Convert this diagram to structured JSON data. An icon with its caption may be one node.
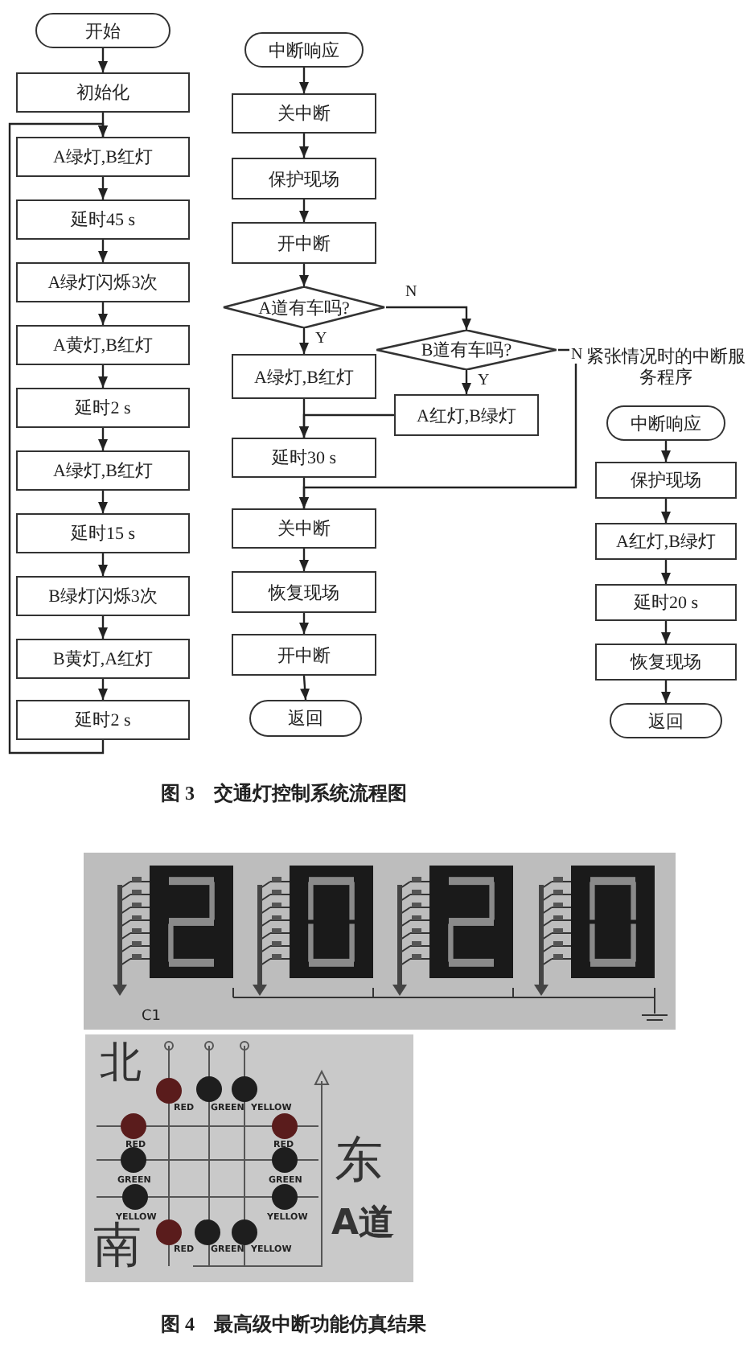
{
  "diagram": {
    "nodes": [
      {
        "text": [
          "开始"
        ]
      },
      {
        "text": [
          "初始化"
        ]
      },
      {
        "text": [
          "A绿灯,B红灯"
        ]
      },
      {
        "text": [
          "延时45 s"
        ]
      },
      {
        "text": [
          "A绿灯闪烁3次"
        ]
      },
      {
        "text": [
          "A黄灯,B红灯"
        ]
      },
      {
        "text": [
          "延时2 s"
        ]
      },
      {
        "text": [
          "A绿灯,B红灯"
        ]
      },
      {
        "text": [
          "延时15 s"
        ]
      },
      {
        "text": [
          "B绿灯闪烁3次"
        ]
      },
      {
        "text": [
          "B黄灯,A红灯"
        ]
      },
      {
        "text": [
          "延时2 s"
        ]
      },
      {
        "text": [
          "中断响应"
        ]
      },
      {
        "text": [
          "关中断"
        ]
      },
      {
        "text": [
          "保护现场"
        ]
      },
      {
        "text": [
          "开中断"
        ]
      },
      {
        "text": [
          "A道有车吗?"
        ]
      },
      {
        "text": [
          "B道有车吗?"
        ]
      },
      {
        "text": [
          "A绿灯,B红灯"
        ]
      },
      {
        "text": [
          "A红灯,B绿灯"
        ]
      },
      {
        "text": [
          "延时30 s"
        ]
      },
      {
        "text": [
          "关中断"
        ]
      },
      {
        "text": [
          "恢复现场"
        ]
      },
      {
        "text": [
          "开中断"
        ]
      },
      {
        "text": [
          "返回"
        ]
      },
      {
        "text": [
          "中断响应"
        ]
      },
      {
        "text": [
          "保护现场"
        ]
      },
      {
        "text": [
          "A红灯,B绿灯"
        ]
      },
      {
        "text": [
          "延时20 s"
        ]
      },
      {
        "text": [
          "恢复现场"
        ]
      },
      {
        "text": [
          "返回"
        ]
      }
    ],
    "edges": [
      {
        "from": 0,
        "to": 1,
        "arrow": "to"
      },
      {
        "from": 1,
        "to": 2,
        "arrow": "to"
      },
      {
        "from": 2,
        "to": 3,
        "arrow": "to"
      },
      {
        "from": 3,
        "to": 4,
        "arrow": "to"
      },
      {
        "from": 4,
        "to": 5,
        "arrow": "to"
      },
      {
        "from": 5,
        "to": 6,
        "arrow": "to"
      },
      {
        "from": 6,
        "to": 7,
        "arrow": "to"
      },
      {
        "from": 7,
        "to": 8,
        "arrow": "to"
      },
      {
        "from": 8,
        "to": 9,
        "arrow": "to"
      },
      {
        "from": 9,
        "to": 10,
        "arrow": "to"
      },
      {
        "from": 10,
        "to": 11,
        "arrow": "to"
      },
      {
        "from": 11,
        "to": 2,
        "arrow": "to"
      },
      {
        "from": 12,
        "to": 13,
        "arrow": "to"
      },
      {
        "from": 13,
        "to": 14,
        "arrow": "to"
      },
      {
        "from": 14,
        "to": 15,
        "arrow": "to"
      },
      {
        "from": 15,
        "to": 16,
        "arrow": "to"
      },
      {
        "from": 16,
        "to": 18,
        "arrow": "to",
        "label": "Y"
      },
      {
        "from": 16,
        "to": 17,
        "arrow": "to",
        "label": "N"
      },
      {
        "from": 17,
        "to": 19,
        "arrow": "to",
        "label": "Y"
      },
      {
        "from": 17,
        "to": 21,
        "arrow": "to",
        "label": "N"
      },
      {
        "from": 18,
        "to": 20,
        "arrow": "to"
      },
      {
        "from": 19,
        "to": 20,
        "arrow": "to"
      },
      {
        "from": 20,
        "to": 21,
        "arrow": "to"
      },
      {
        "from": 21,
        "to": 22,
        "arrow": "to"
      },
      {
        "from": 22,
        "to": 23,
        "arrow": "to"
      },
      {
        "from": 23,
        "to": 24,
        "arrow": "to"
      },
      {
        "from": 25,
        "to": 26,
        "arrow": "to"
      },
      {
        "from": 26,
        "to": 27,
        "arrow": "to"
      },
      {
        "from": 27,
        "to": 28,
        "arrow": "to"
      },
      {
        "from": 28,
        "to": 29,
        "arrow": "to"
      },
      {
        "from": 29,
        "to": 30,
        "arrow": "to"
      }
    ],
    "labels": [
      "紧张情况时的中断服务程序",
      "图 3　交通灯控制系统流程图",
      "C1",
      "北",
      "RED",
      "GREEN",
      "YELLOW",
      "RED",
      "RED",
      "东",
      "GREEN",
      "GREEN",
      "YELLOW",
      "YELLOW",
      "A道",
      "南",
      "RED",
      "GREEN",
      "YELLOW",
      "图 4　最高级中断功能仿真结果"
    ]
  }
}
